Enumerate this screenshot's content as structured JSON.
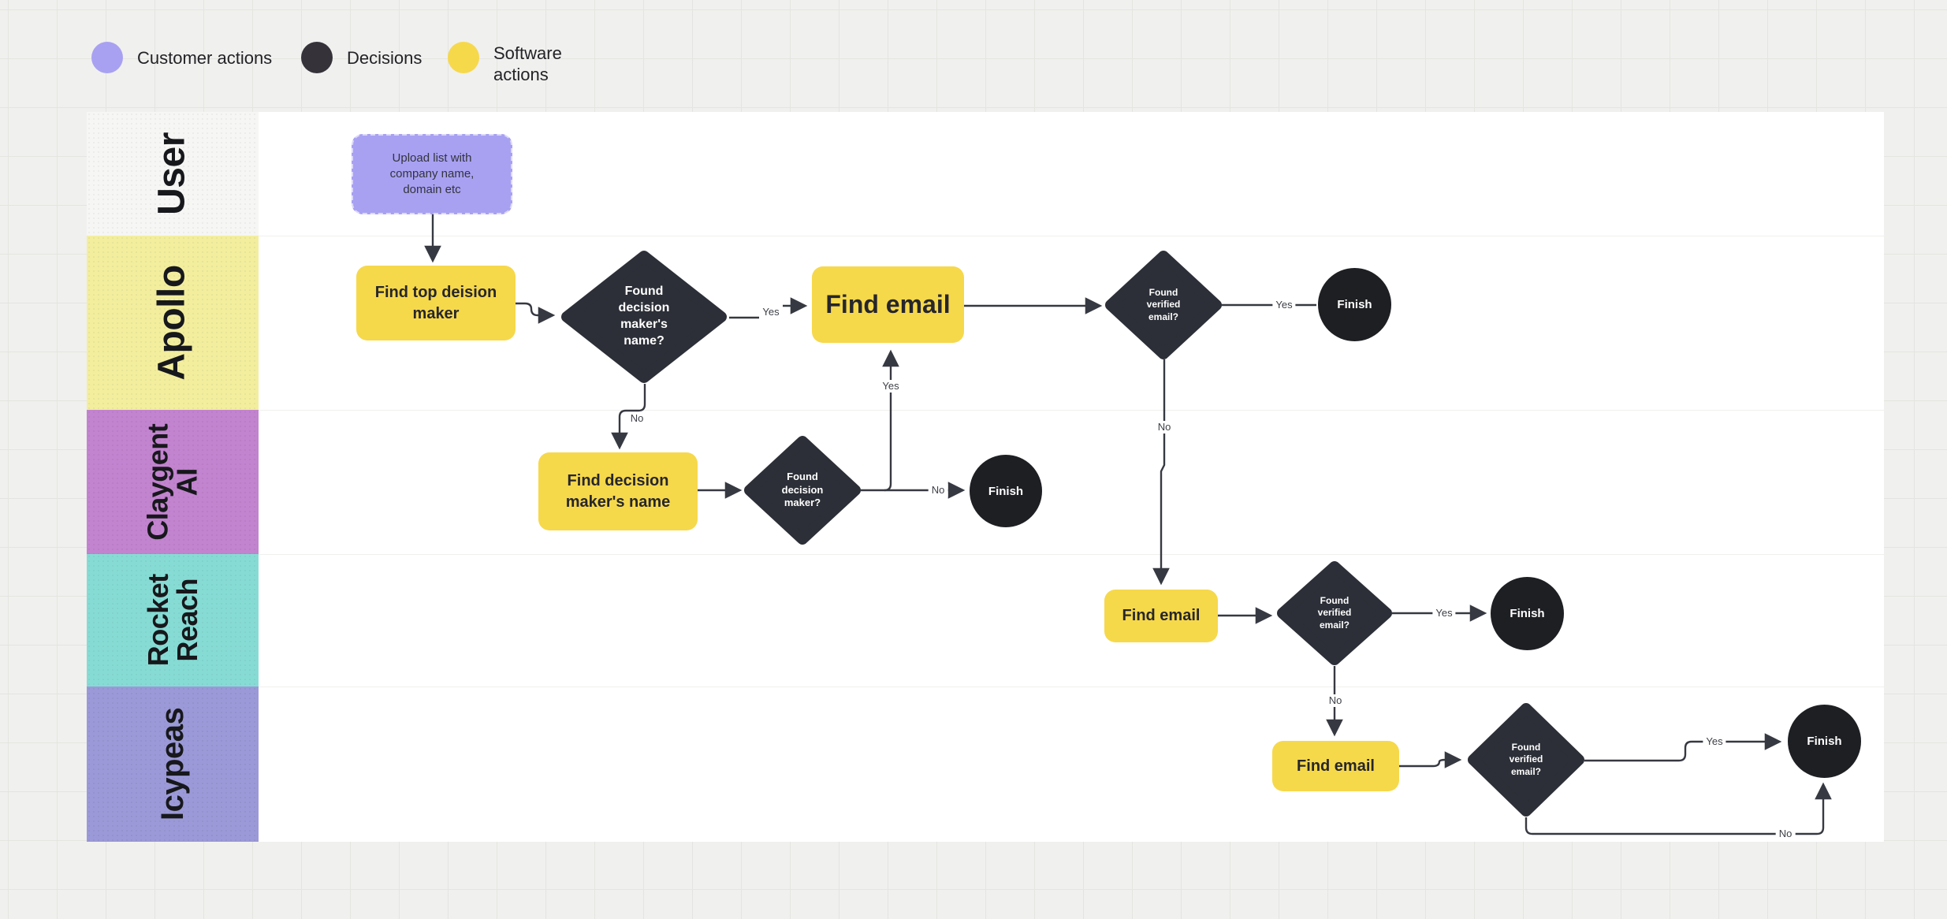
{
  "legend": {
    "items": [
      {
        "label": "Customer actions",
        "color": "#a8a1f2"
      },
      {
        "label": "Decisions",
        "color": "#35323a"
      },
      {
        "label": "Software actions",
        "color": "#f6d84b"
      }
    ]
  },
  "lanes": [
    {
      "label": "User",
      "color": "#f6f6f4"
    },
    {
      "label": "Apollo",
      "color": "#f2ee9e"
    },
    {
      "label": "Claygent AI",
      "color": "#c283cf"
    },
    {
      "label": "Rocket Reach",
      "color": "#86dcd4"
    },
    {
      "label": "Icypeas",
      "color": "#9b99d7"
    }
  ],
  "palette": {
    "action_yellow": "#f6d84b",
    "customer_purple": "#a8a1f2",
    "decision_dark": "#2c2f37",
    "finish_dark": "#1e1f23",
    "connector": "#363941"
  },
  "labels": {
    "yes": "Yes",
    "no": "No"
  },
  "nodes": {
    "upload": "Upload list with company name, domain etc",
    "find_top": "Find top deision maker",
    "d1": "Found decision maker's name?",
    "find_email_apollo": "Find email",
    "d2": "Found verified email?",
    "find_dm_name": "Find decision maker's name",
    "d3": "Found decision maker?",
    "find_email_rr": "Find email",
    "d4": "Found verified email?",
    "find_email_icy": "Find email",
    "d5": "Found verified email?",
    "finish": "Finish"
  }
}
